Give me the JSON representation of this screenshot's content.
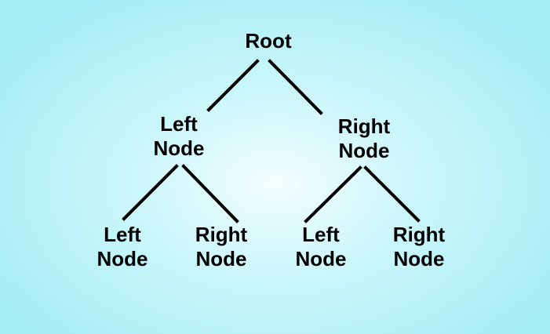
{
  "diagram": {
    "type": "binary-tree",
    "nodes": {
      "root": {
        "label": "Root"
      },
      "l": {
        "line1": "Left",
        "line2": "Node"
      },
      "r": {
        "line1": "Right",
        "line2": "Node"
      },
      "ll": {
        "line1": "Left",
        "line2": "Node"
      },
      "lr": {
        "line1": "Right",
        "line2": "Node"
      },
      "rl": {
        "line1": "Left",
        "line2": "Node"
      },
      "rr": {
        "line1": "Right",
        "line2": "Node"
      }
    },
    "edges": [
      [
        "root",
        "l"
      ],
      [
        "root",
        "r"
      ],
      [
        "l",
        "ll"
      ],
      [
        "l",
        "lr"
      ],
      [
        "r",
        "rl"
      ],
      [
        "r",
        "rr"
      ]
    ],
    "colors": {
      "text": "#000000",
      "lines": "#000000",
      "background_center": "#f4feff",
      "background_edge": "#a6eef5"
    }
  }
}
